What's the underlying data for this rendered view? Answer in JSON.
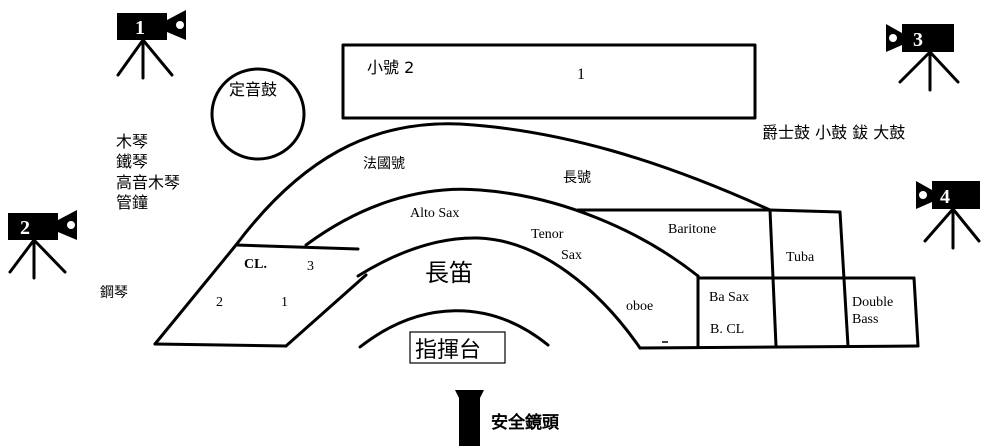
{
  "cameras": [
    {
      "number": "1"
    },
    {
      "number": "2"
    },
    {
      "number": "3"
    },
    {
      "number": "4"
    }
  ],
  "labels": {
    "timpani": "定音鼓",
    "trumpet": "小號 2",
    "trumpet_one": "1",
    "percussion": "爵士鼓 小鼓 鈸 大鼓",
    "xylophone": "木琴",
    "glockenspiel": "鐵琴",
    "vibraphone": "高音木琴",
    "chimes": "管鐘",
    "piano": "鋼琴",
    "horn": "法國號",
    "trombone": "長號",
    "alto_sax": "Alto Sax",
    "tenor_sax_1": "Tenor",
    "tenor_sax_2": "Sax",
    "baritone": "Baritone",
    "tuba": "Tuba",
    "clarinet": "CL.",
    "cl_3": "3",
    "cl_2": "2",
    "cl_1": "1",
    "flute": "長笛",
    "oboe": "oboe",
    "bass_sax": "Ba Sax",
    "bass_clarinet": "B. CL",
    "double_bass_1": "Double",
    "double_bass_2": "Bass",
    "podium": "指揮台",
    "safety_camera": "安全鏡頭"
  }
}
